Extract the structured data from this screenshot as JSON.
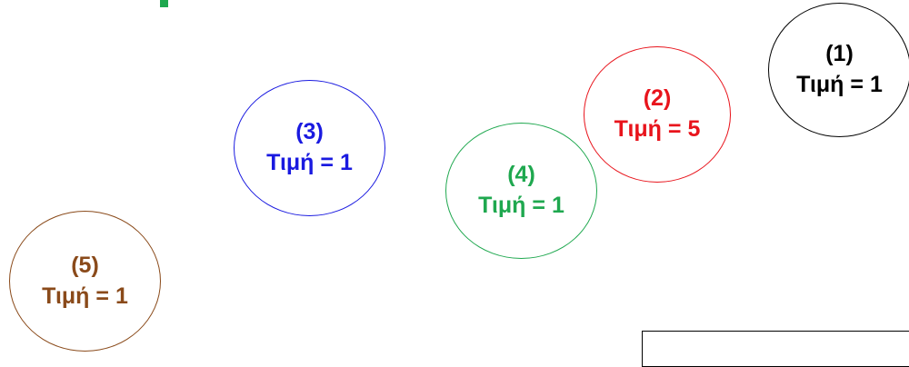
{
  "colors": {
    "node1": "#000000",
    "node2": "#e8141c",
    "node3": "#1a1ae0",
    "node4": "#1fa84f",
    "node5": "#8a4a1a",
    "green_mark": "#1fa84f"
  },
  "nodes": [
    {
      "id": "(1)",
      "value_text": "Τιμή = 1"
    },
    {
      "id": "(2)",
      "value_text": "Τιμή = 5"
    },
    {
      "id": "(3)",
      "value_text": "Τιμή = 1"
    },
    {
      "id": "(4)",
      "value_text": "Τιμή = 1"
    },
    {
      "id": "(5)",
      "value_text": "Τιμή = 1"
    }
  ]
}
